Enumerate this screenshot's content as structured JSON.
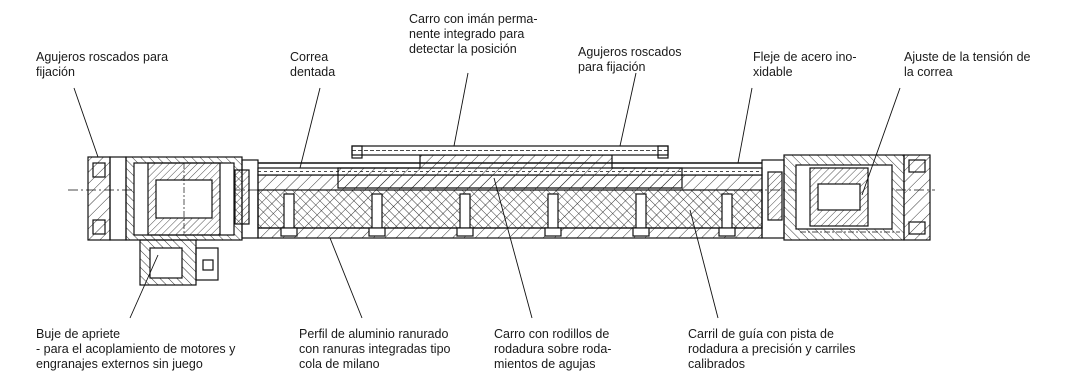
{
  "labels": {
    "tapped_holes_left": "Agujeros roscados para\nfijación",
    "toothed_belt": "Correa\ndentada",
    "carriage_magnet": "Carro con imán perma-\nnente integrado para\ndetectar la posición",
    "tapped_holes_right": "Agujeros roscados\npara fijación",
    "steel_strip": "Fleje de acero ino-\nxidable",
    "belt_tension": "Ajuste de la tensión de\nla correa",
    "clamping_hub": "Buje de apriete\n- para el acoplamiento de motores y\nengranajes externos sin juego",
    "aluminium_profile": "Perfil de aluminio ranurado\ncon ranuras integradas tipo\ncola de milano",
    "carriage_rollers": "Carro con rodillos de\nrodadura sobre roda-\nmientos de agujas",
    "guide_rail": "Carril de guía con pista de\nrodadura a precisión y carriles\ncalibrados"
  }
}
